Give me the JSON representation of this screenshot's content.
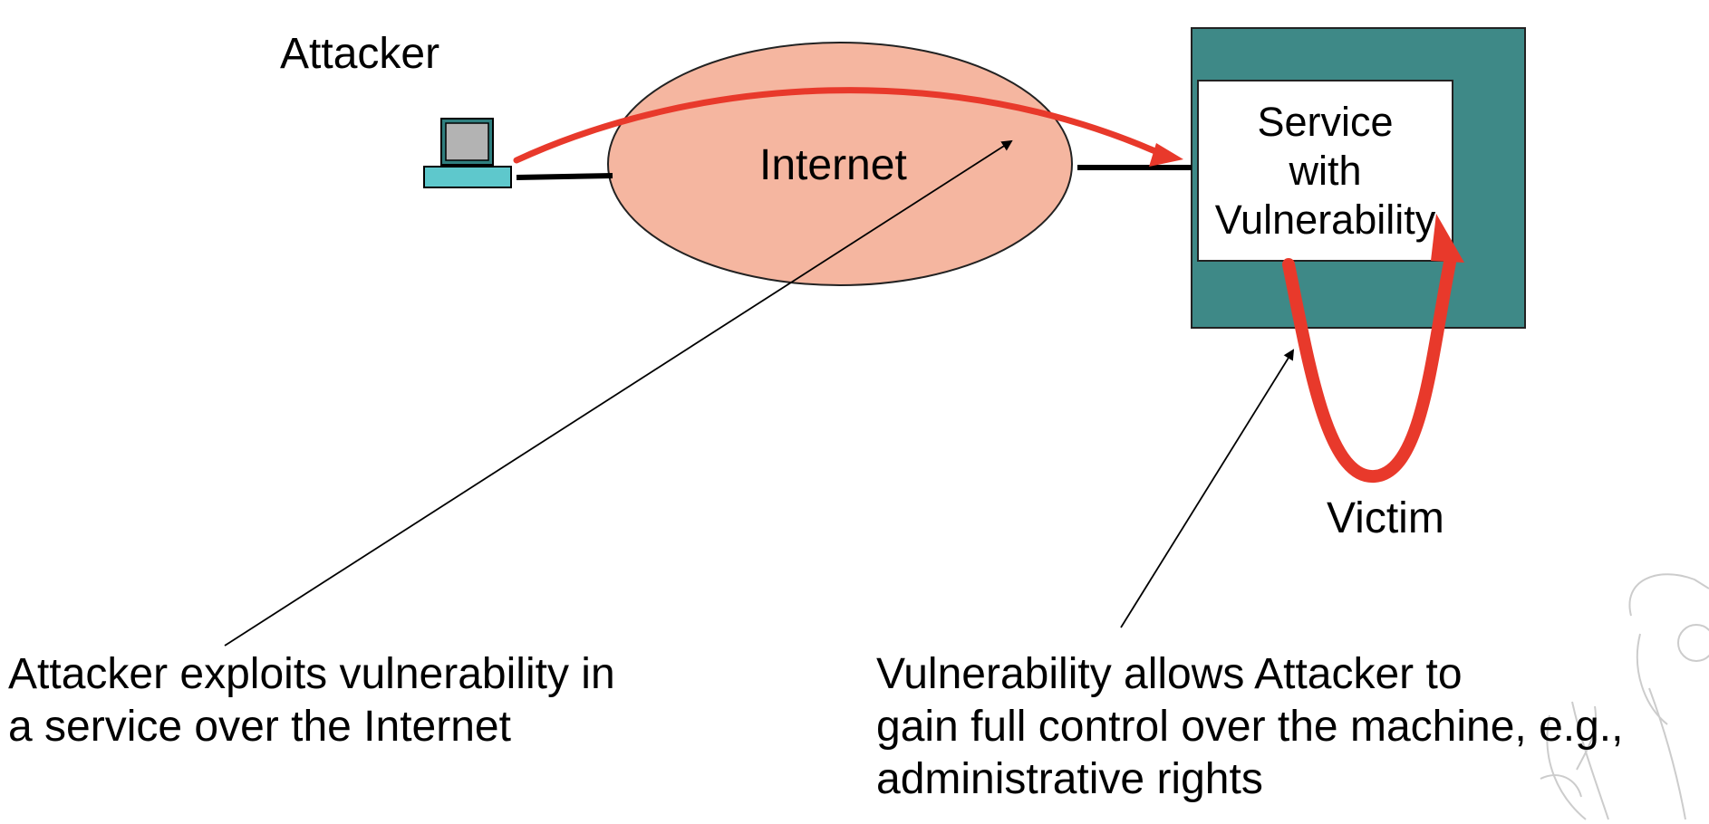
{
  "labels": {
    "attacker": "Attacker",
    "internet": "Internet",
    "service_lines": [
      "Service",
      "with",
      "Vulnerability"
    ],
    "victim": "Victim"
  },
  "captions": {
    "left": [
      "Attacker exploits vulnerability in",
      "a service over the Internet"
    ],
    "right": [
      "Vulnerability allows Attacker to",
      "gain full control over the machine, e.g.,",
      "administrative rights"
    ]
  },
  "colors": {
    "internet_fill": "#f5b6a0",
    "victim_box_fill": "#3e8987",
    "service_box_fill": "#ffffff",
    "exploit_arrow": "#e8392b",
    "computer_screen": "#b3b3b3",
    "computer_base": "#5ec8cc",
    "link_line": "#000000"
  },
  "icons": {
    "attacker_computer": "computer-icon",
    "watermark": "mascot-watermark"
  }
}
